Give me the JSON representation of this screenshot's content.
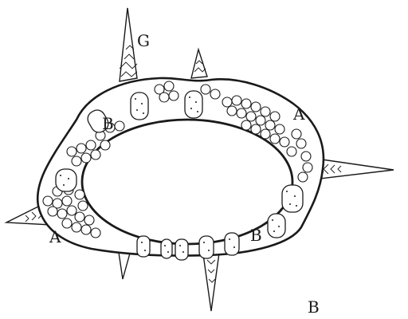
{
  "figure": {
    "labels": {
      "g": "G",
      "a_right": "A",
      "a_left": "A",
      "b_upper": "B",
      "b_lower": "B",
      "b_corner": "B"
    }
  },
  "colors": {
    "ink": "#1a1a1a",
    "paper": "#ffffff"
  }
}
